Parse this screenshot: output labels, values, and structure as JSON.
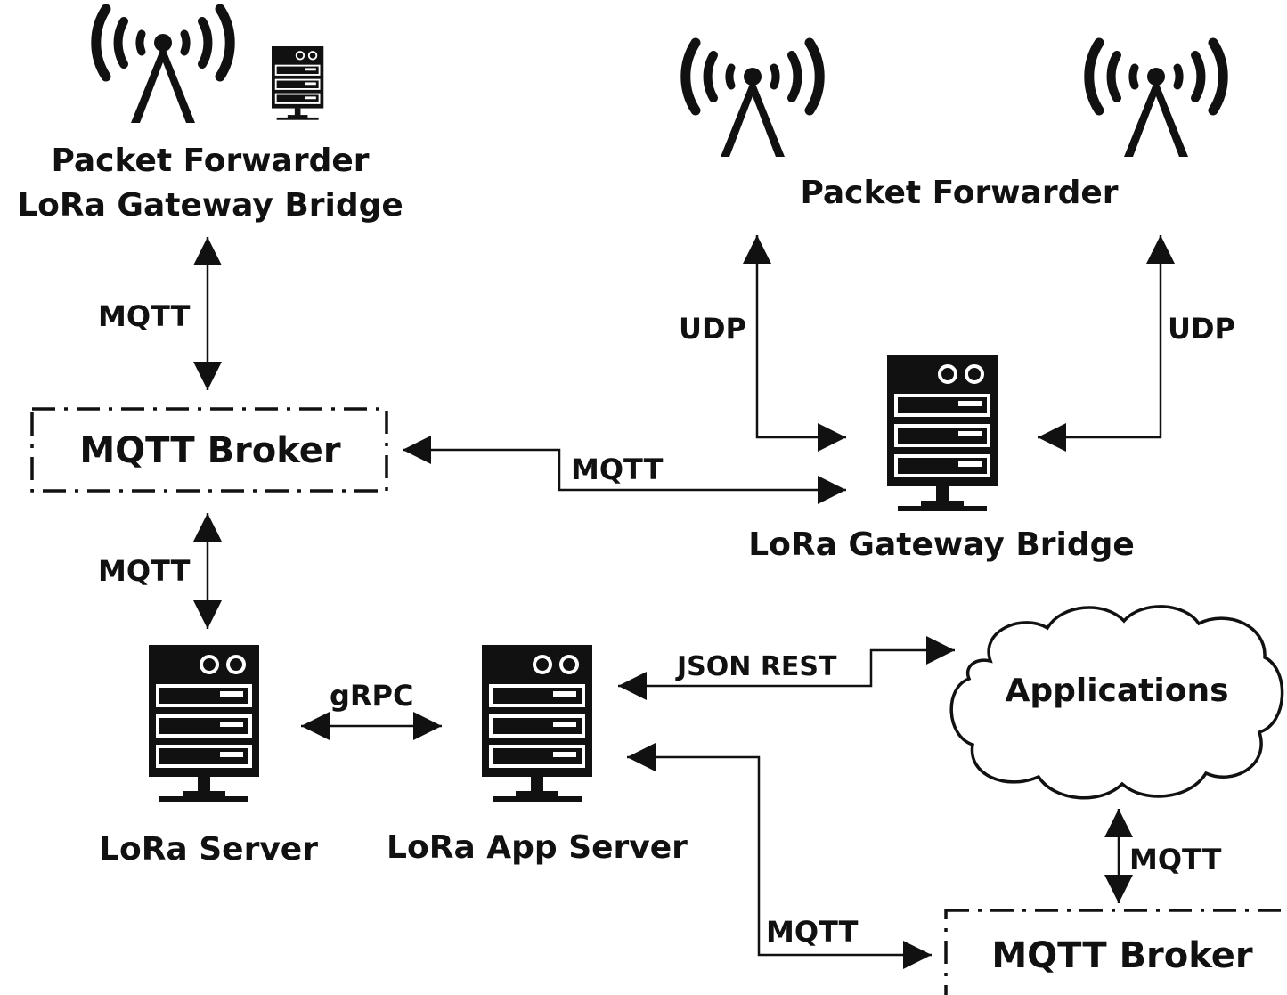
{
  "nodes": {
    "gw1_label1": "Packet Forwarder",
    "gw1_label2": "LoRa Gateway Bridge",
    "pf_label": "Packet Forwarder",
    "bridge_label": "LoRa Gateway Bridge",
    "broker1_label": "MQTT Broker",
    "broker2_label": "MQTT Broker",
    "lora_server_label": "LoRa Server",
    "app_server_label": "LoRa App Server",
    "applications_label": "Applications"
  },
  "edges": {
    "mqtt_gw1_broker": "MQTT",
    "udp_left": "UDP",
    "udp_right": "UDP",
    "mqtt_broker_bridge": "MQTT",
    "mqtt_broker_server": "MQTT",
    "grpc": "gRPC",
    "json_rest": "JSON REST",
    "mqtt_apps_broker": "MQTT",
    "mqtt_appserver_broker": "MQTT"
  },
  "colors": {
    "ink": "#111111",
    "background": "#ffffff"
  }
}
